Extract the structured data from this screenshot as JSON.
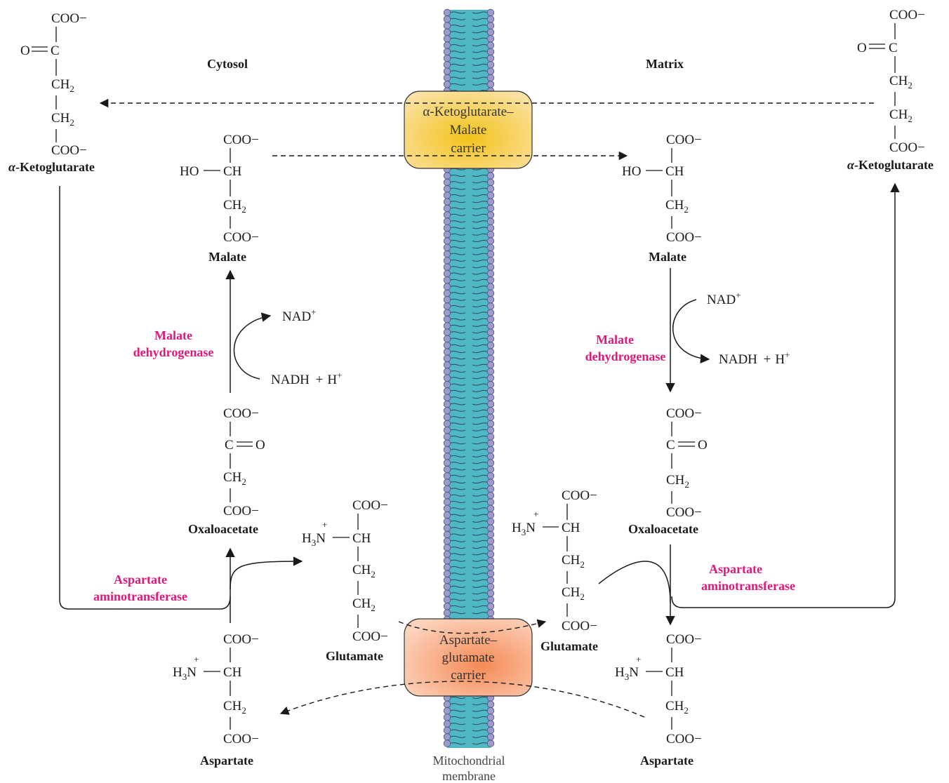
{
  "regions": {
    "left": "Cytosol",
    "right": "Matrix"
  },
  "membrane_label": [
    "Mitochondrial",
    "membrane"
  ],
  "carriers": {
    "top": {
      "lines": [
        "α-Ketoglutarate–",
        "Malate",
        "carrier"
      ]
    },
    "bottom": {
      "lines": [
        "Aspartate–",
        "glutamate",
        "carrier"
      ]
    }
  },
  "compounds": {
    "akg_cyto": "α-Ketoglutarate",
    "akg_matrix": "α-Ketoglutarate",
    "malate_cyto": "Malate",
    "malate_matrix": "Malate",
    "oaa_cyto": "Oxaloacetate",
    "oaa_matrix": "Oxaloacetate",
    "asp_cyto": "Aspartate",
    "asp_matrix": "Aspartate",
    "glu_cyto": "Glutamate",
    "glu_matrix": "Glutamate"
  },
  "enzymes": {
    "mdh_cyto": [
      "Malate",
      "dehydrogenase"
    ],
    "mdh_matrix": [
      "Malate",
      "dehydrogenase"
    ],
    "ast_cyto": [
      "Aspartate",
      "aminotransferase"
    ],
    "ast_matrix": [
      "Aspartate",
      "aminotransferase"
    ]
  },
  "cofactors": {
    "nad_cyto": "NAD+",
    "nadh_cyto": "NADH + H+",
    "nad_matrix": "NAD+",
    "nadh_matrix": "NADH + H+"
  },
  "groups": {
    "coo": "COO−",
    "c": "C",
    "ch": "CH",
    "ch2": "CH2",
    "o": "O",
    "ho": "HO",
    "h3n": "H3N",
    "plus": "+"
  },
  "colors": {
    "enzyme": "#e0187a",
    "carrier_top": "#f5c84a",
    "carrier_bottom": "#f6a27a",
    "lipid_head": "#9b9bcf",
    "lipid_core": "#4fb8c4"
  }
}
